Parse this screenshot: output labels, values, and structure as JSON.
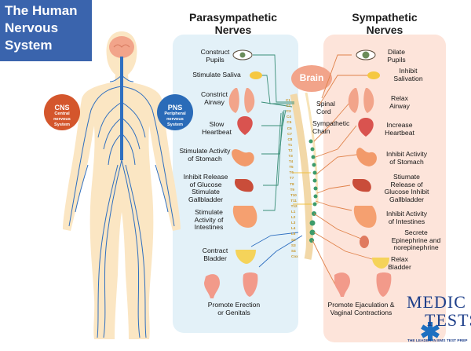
{
  "title": {
    "line1": "The Human",
    "line2": "Nervous",
    "line3": "System"
  },
  "headings": {
    "para_line1": "Parasympathetic",
    "para_line2": "Nerves",
    "symp_line1": "Sympathetic",
    "symp_line2": "Nerves"
  },
  "badges": {
    "cns": {
      "label": "CNS",
      "sub1": "Central",
      "sub2": "nervous",
      "sub3": "System"
    },
    "pns": {
      "label": "PNS",
      "sub1": "Peripheral",
      "sub2": "nervous",
      "sub3": "System"
    }
  },
  "center": {
    "brain": "Brain",
    "spinal1": "Spinal",
    "spinal2": "Cord",
    "chain1": "Sympathetic",
    "chain2": "Chain"
  },
  "para": {
    "pupils": [
      "Construct",
      "Pupils"
    ],
    "saliva": [
      "Stimulate Saliva"
    ],
    "airway": [
      "Constrict",
      "Airway"
    ],
    "heart": [
      "Slow",
      "Heartbeat"
    ],
    "stomach": [
      "Stimulate Activity",
      "of Stomach"
    ],
    "glucose": [
      "Inhibit Release",
      "of Glucose",
      "Stimulate",
      "Gallbladder"
    ],
    "intestines": [
      "Stimulate",
      "Activity of",
      "Intestines"
    ],
    "bladder": [
      "Contract",
      "Bladder"
    ],
    "genitals": [
      "Promote Erection",
      "or Genitals"
    ]
  },
  "symp": {
    "pupils": [
      "Dilate",
      "Pupils"
    ],
    "saliva": [
      "Inhibit",
      "Salivation"
    ],
    "airway": [
      "Relax",
      "Airway"
    ],
    "heart": [
      "Increase",
      "Heartbeat"
    ],
    "stomach": [
      "Inhibit Activity",
      "of Stomach"
    ],
    "glucose": [
      "Stiumate",
      "Release of",
      "Glucose Inhibit",
      "Gallbladder"
    ],
    "intestines": [
      "Inhibit Activity",
      "of Intestines"
    ],
    "epinephrine": [
      "Secrete",
      "Epinephrine and",
      "norepinephrine"
    ],
    "bladder": [
      "Relax",
      "Bladder"
    ],
    "genitals": [
      "Promote Ejaculation &",
      "Vaginal Contractions"
    ]
  },
  "spine_labels": [
    "C1",
    "C2",
    "C3",
    "C4",
    "C5",
    "C6",
    "C7",
    "C8",
    "T1",
    "T2",
    "T3",
    "T4",
    "T5",
    "T6",
    "T7",
    "T8",
    "T9",
    "T10",
    "T11",
    "T12",
    "L1",
    "L2",
    "L3",
    "L4",
    "L5",
    "S2",
    "S3",
    "S4",
    "Cox"
  ],
  "logo": {
    "line1": "MEDIC",
    "line2": "TESTS",
    "tagline": "THE LEADER IN EMS TEST PREP"
  },
  "colors": {
    "title_bg": "#3a64ad",
    "cns": "#d4562c",
    "pns": "#2a6bb8",
    "para_panel": "#e3f1f8",
    "symp_panel": "#fde4da",
    "body": "#fbe6c3",
    "nerve": "#2f6fc0",
    "brain": "#f2a48a"
  }
}
